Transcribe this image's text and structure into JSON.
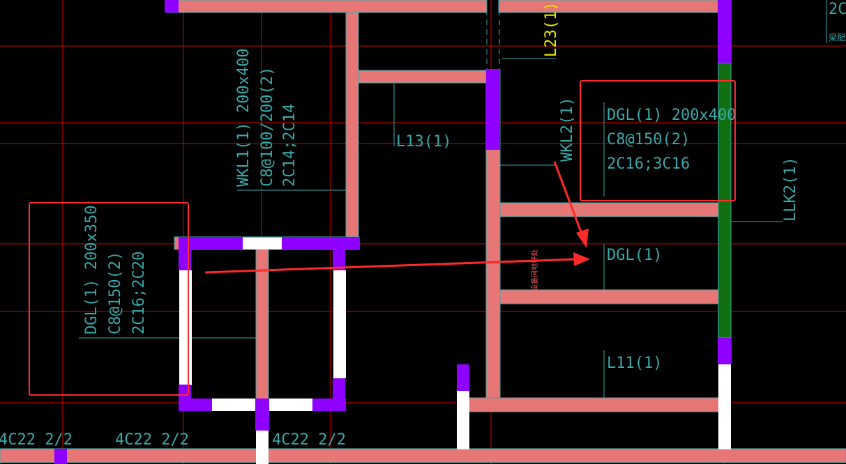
{
  "colors": {
    "background": "#000000",
    "beam": "#e77676",
    "column": "#8e00ff",
    "grid_line": "#d40000",
    "annotation_text": "#3aa9a9",
    "yellow_text": "#e6e600",
    "highlight_box": "#ff2a2a",
    "arrow": "#ff2a2a",
    "wall_white": "#ffffff",
    "green_strip": "#117011"
  },
  "labels": {
    "wkl1_line1": "WKL1(1) 200x400",
    "wkl1_line2": "C8@100/200(2)",
    "wkl1_line3": "2C14;2C14",
    "l13": "L13(1)",
    "l23": "L23(1)",
    "wkl2": "WKL2(1)",
    "dgl_right_line1": "DGL(1) 200x400",
    "dgl_right_line2": "C8@150(2)",
    "dgl_right_line3": "2C16;3C16",
    "dgl_ref": "DGL(1)",
    "llk2": "LLK2(1)",
    "l11": "L11(1)",
    "dgl_left_line1": "DGL(1) 200x350",
    "dgl_left_line2": "C8@150(2)",
    "dgl_left_line3": "2C16;2C20",
    "bottom_rebar_1": "4C22 2/2",
    "bottom_rebar_2": "4C22 2/2",
    "bottom_rebar_3": "4C22 2/2",
    "top_right_code": "2C",
    "top_right_note": "梁配筋",
    "small_red_note": "设备间地坪处"
  }
}
